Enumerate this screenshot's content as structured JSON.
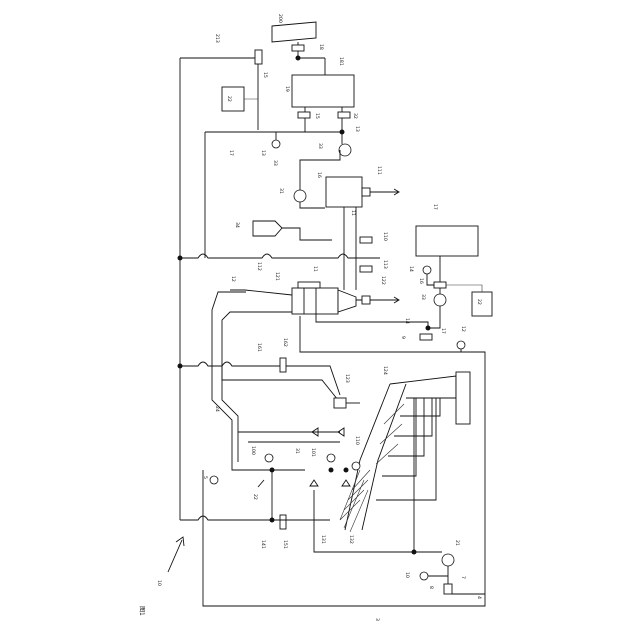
{
  "figure": {
    "fig_label": "图1",
    "system_ref": "10",
    "labels": {
      "r200": "200",
      "r18": "18",
      "r19": "19",
      "r181": "181",
      "r213": "213",
      "r15": "15",
      "r22a": "22",
      "r32": "32",
      "r13": "13",
      "r33": "33",
      "r17": "17",
      "r11": "11",
      "r111": "111",
      "r16": "16",
      "r14": "14",
      "r110": "110",
      "r113": "113",
      "r112": "112",
      "r33b": "33",
      "r34": "34",
      "r31": "31",
      "r30": "30",
      "r121": "121",
      "r12": "12",
      "r122": "122",
      "r23": "23",
      "r24": "24",
      "r25": "25",
      "r26": "26",
      "r27": "27",
      "r161": "161",
      "r162": "162",
      "r123": "123",
      "r124": "124",
      "r141": "141",
      "r22b": "22",
      "r21": "21",
      "r131": "131",
      "r132": "132",
      "r151": "151",
      "r100": "100",
      "r101": "101",
      "r1": "1",
      "r2": "2",
      "r3": "3",
      "r4": "4",
      "r5": "5",
      "r7": "7",
      "r8": "8",
      "r9": "9",
      "r10b": "10"
    }
  }
}
